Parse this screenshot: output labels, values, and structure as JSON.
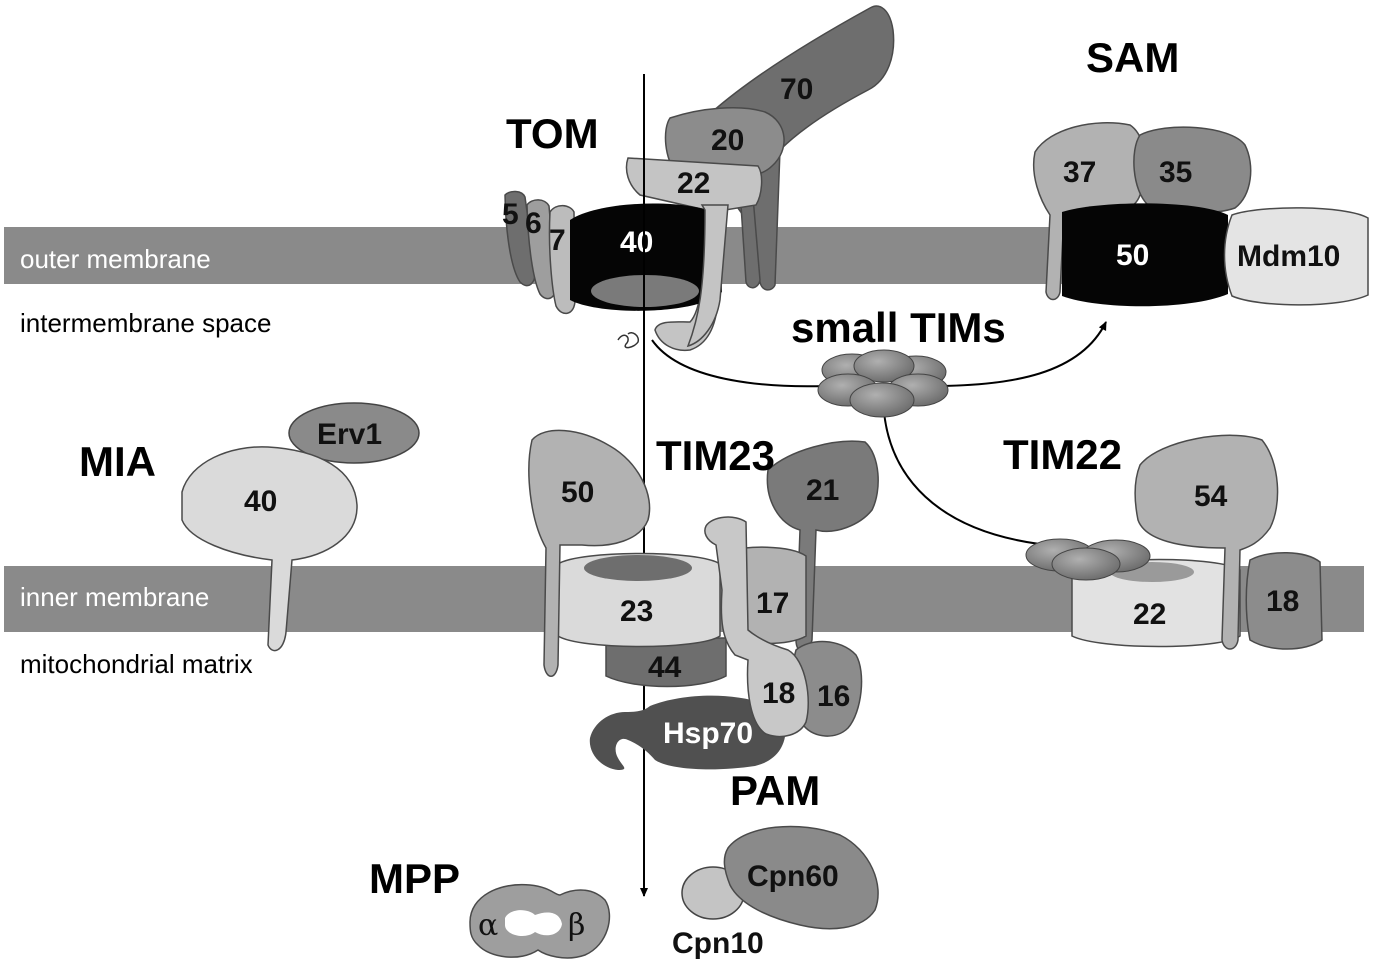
{
  "regions": {
    "outer_membrane": "outer membrane",
    "intermembrane_space": "intermembrane space",
    "inner_membrane": "inner membrane",
    "matrix": "mitochondrial matrix"
  },
  "complexes": {
    "tom": {
      "name": "TOM",
      "subunits": {
        "s5": "5",
        "s6": "6",
        "s7": "7",
        "s40": "40",
        "s22": "22",
        "s20": "20",
        "s70": "70"
      }
    },
    "sam": {
      "name": "SAM",
      "subunits": {
        "s37": "37",
        "s35": "35",
        "s50": "50",
        "mdm10": "Mdm10"
      }
    },
    "small_tims": {
      "name": "small TIMs"
    },
    "mia": {
      "name": "MIA",
      "subunits": {
        "s40": "40",
        "erv1": "Erv1"
      }
    },
    "tim23": {
      "name": "TIM23",
      "subunits": {
        "s50": "50",
        "s21": "21",
        "s23": "23",
        "s17": "17",
        "s44": "44"
      }
    },
    "tim22": {
      "name": "TIM22",
      "subunits": {
        "s54": "54",
        "s22": "22",
        "s18": "18"
      }
    },
    "pam": {
      "name": "PAM",
      "subunits": {
        "s18": "18",
        "s16": "16",
        "hsp70": "Hsp70"
      }
    },
    "mpp": {
      "name": "MPP",
      "subunits": {
        "alpha": "α",
        "beta": "β"
      }
    },
    "chaperonins": {
      "cpn60": "Cpn60",
      "cpn10": "Cpn10"
    }
  },
  "colors": {
    "membrane": "#8a8a8a",
    "black_protein": "#050505",
    "dark_grey": "#5a5a5a",
    "mid_grey": "#8c8c8c",
    "light_grey": "#b6b6b6",
    "pale_grey": "#dedede"
  }
}
